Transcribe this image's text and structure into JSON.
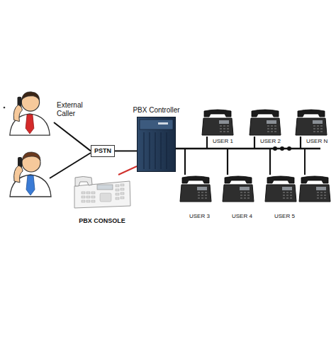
{
  "diagram": {
    "nodes": [
      {
        "text": [
          "External Caller"
        ]
      },
      {
        "text": [
          "PSTN"
        ]
      },
      {
        "text": [
          "PBX Controller"
        ]
      },
      {
        "text": [
          "PBX CONSOLE"
        ]
      },
      {
        "text": [
          "USER 1"
        ]
      },
      {
        "text": [
          "USER 2"
        ]
      },
      {
        "text": [
          "USER N"
        ]
      },
      {
        "text": [
          "USER 3"
        ]
      },
      {
        "text": [
          "USER 4"
        ]
      },
      {
        "text": [
          "USER 5"
        ]
      }
    ],
    "edges": [
      {
        "from": 0,
        "to": 1,
        "arrow": "none"
      },
      {
        "from": 1,
        "to": 2,
        "arrow": "none"
      },
      {
        "from": 2,
        "to": 3,
        "arrow": "none"
      },
      {
        "from": 2,
        "to": 4,
        "arrow": "none"
      },
      {
        "from": 2,
        "to": 5,
        "arrow": "none"
      },
      {
        "from": 2,
        "to": 6,
        "arrow": "none"
      },
      {
        "from": 2,
        "to": 7,
        "arrow": "none"
      },
      {
        "from": 2,
        "to": 8,
        "arrow": "none"
      },
      {
        "from": 2,
        "to": 9,
        "arrow": "none"
      }
    ]
  }
}
